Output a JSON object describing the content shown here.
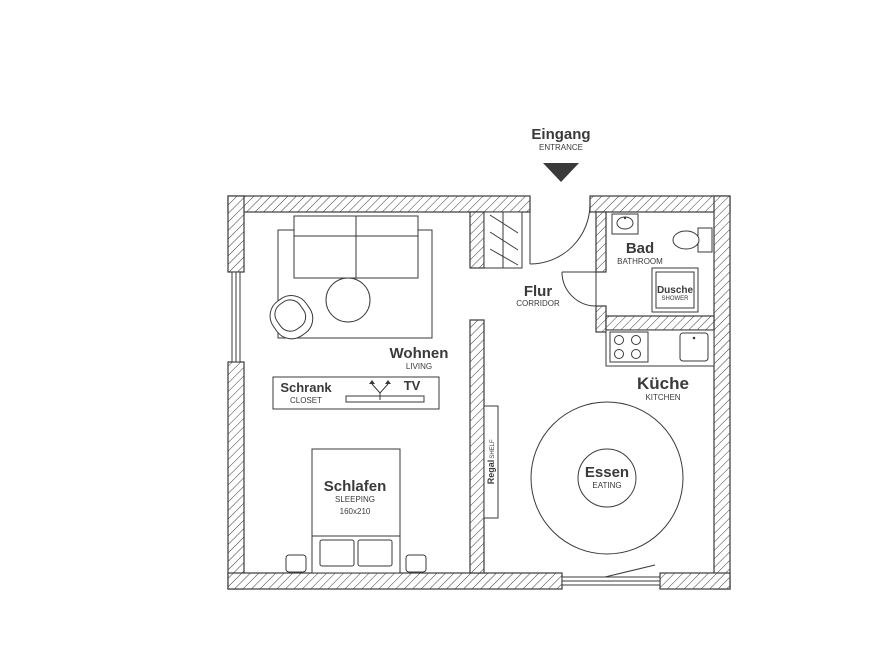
{
  "entrance": {
    "label": "Eingang",
    "sublabel": "ENTRANCE"
  },
  "rooms": {
    "bathroom": {
      "label": "Bad",
      "sublabel": "BATHROOM"
    },
    "shower": {
      "label": "Dusche",
      "sublabel": "SHOWER"
    },
    "corridor": {
      "label": "Flur",
      "sublabel": "CORRIDOR"
    },
    "living": {
      "label": "Wohnen",
      "sublabel": "LIVING"
    },
    "kitchen": {
      "label": "Küche",
      "sublabel": "KITCHEN"
    },
    "closet": {
      "label": "Schrank",
      "sublabel": "CLOSET"
    },
    "tv": {
      "label": "TV"
    },
    "sleeping": {
      "label": "Schlafen",
      "sublabel": "SLEEPING",
      "size": "160x210"
    },
    "shelf": {
      "label": "Regal",
      "sublabel": "SHELF"
    },
    "eating": {
      "label": "Essen",
      "sublabel": "EATING"
    }
  },
  "colors": {
    "line": "#3a3a3a",
    "background": "#ffffff"
  }
}
